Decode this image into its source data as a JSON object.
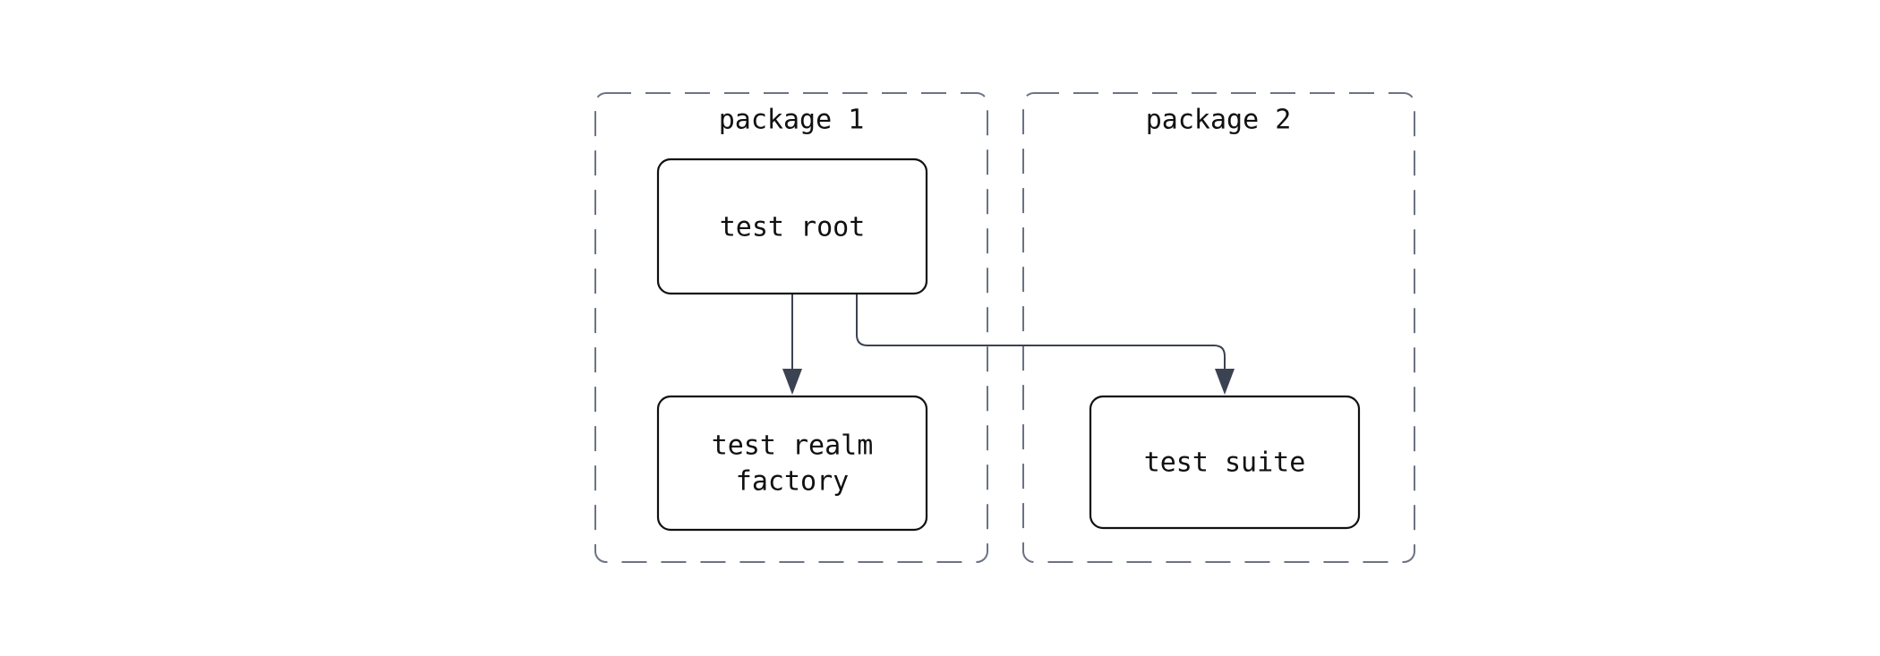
{
  "diagram": {
    "type": "flowchart",
    "clusters": [
      {
        "id": "package1",
        "label": "package 1",
        "contains": [
          "test root",
          "test realm factory"
        ]
      },
      {
        "id": "package2",
        "label": "package 2",
        "contains": [
          "test suite"
        ]
      }
    ],
    "nodes": [
      {
        "id": "test-root",
        "label": "test root",
        "cluster": "package 1"
      },
      {
        "id": "test-realm-factory",
        "label": "test realm factory",
        "lines": [
          "test realm",
          "factory"
        ],
        "cluster": "package 1"
      },
      {
        "id": "test-suite",
        "label": "test suite",
        "cluster": "package 2"
      }
    ],
    "edges": [
      {
        "from": "test root",
        "to": "test realm factory",
        "style": "arrow"
      },
      {
        "from": "test root",
        "to": "test suite",
        "style": "arrow"
      }
    ],
    "colors": {
      "background": "#ffffff",
      "node_fill": "#ffffff",
      "node_border": "#111111",
      "node_text": "#111111",
      "cluster_border": "#6b7384",
      "cluster_text": "#111111",
      "edge": "#3b4252"
    }
  }
}
